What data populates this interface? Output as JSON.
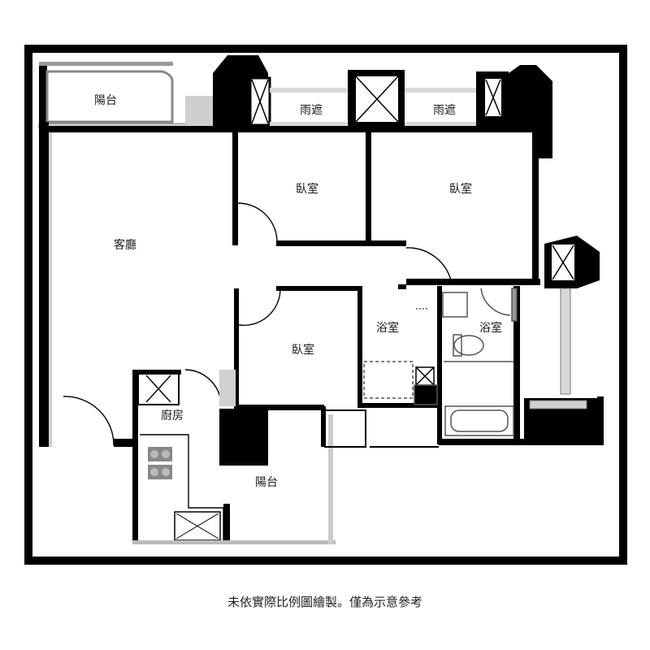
{
  "rooms": {
    "balcony_top": "陽台",
    "canopy_left": "雨遮",
    "canopy_right": "雨遮",
    "bedroom_1": "臥室",
    "bedroom_2": "臥室",
    "bedroom_3": "臥室",
    "living_room": "客廳",
    "bathroom_1": "浴室",
    "bathroom_2": "浴室",
    "kitchen": "廚房",
    "balcony_bottom": "陽台"
  },
  "caption": "未依實際比例圖繪製。僅為示意參考",
  "colors": {
    "wall": "#000000",
    "window": "#bfbfbf",
    "fixture": "#555555",
    "background": "#ffffff"
  }
}
